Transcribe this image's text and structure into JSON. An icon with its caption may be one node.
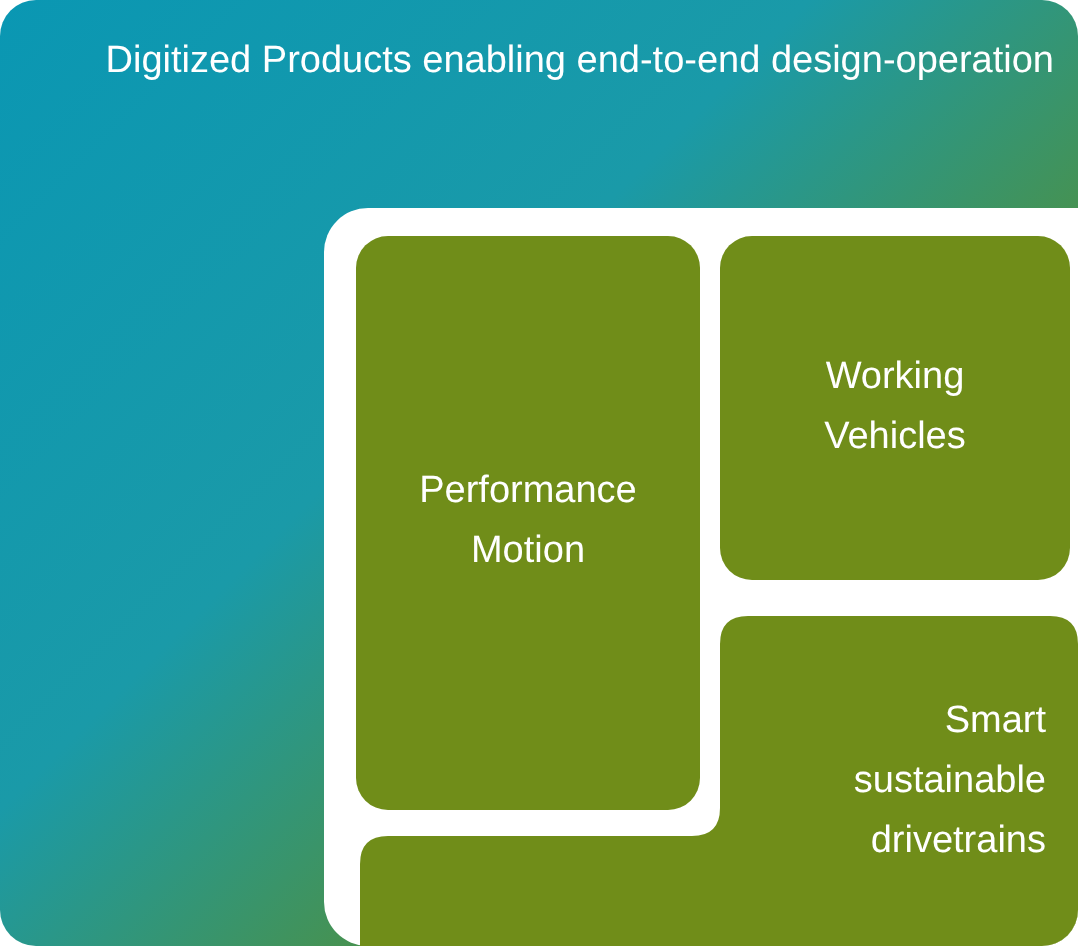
{
  "diagram": {
    "nodes": [
      {
        "text": [
          "Digitized Products enabling end-to-end design-operation"
        ]
      },
      {
        "text": [
          "Performance Motion"
        ],
        "in": 0
      },
      {
        "text": [
          "Working Vehicles"
        ],
        "in": 0
      },
      {
        "text": [
          "Smart sustainable drivetrains"
        ],
        "in": 0
      }
    ]
  }
}
